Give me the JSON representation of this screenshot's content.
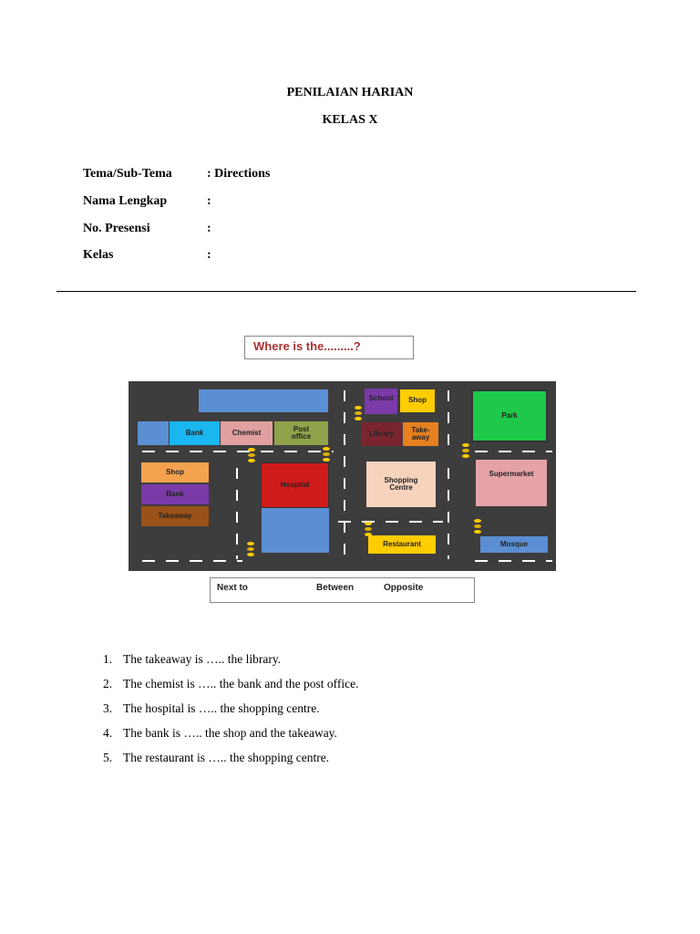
{
  "header": {
    "title": "PENILAIAN HARIAN",
    "subtitle": "KELAS X"
  },
  "fields": [
    {
      "label": "Tema/Sub-Tema",
      "value": ": Directions"
    },
    {
      "label": "Nama Lengkap",
      "value": ":"
    },
    {
      "label": "No. Presensi",
      "value": ":"
    },
    {
      "label": "Kelas",
      "value": ":"
    }
  ],
  "map": {
    "title": "Where is the.........?",
    "places": {
      "school": "School",
      "shop_top": "Shop",
      "park": "Park",
      "bank_top": "Bank",
      "chemist": "Chemist",
      "post_office": "Post office",
      "library": "Library",
      "takeaway_top": "Take-away",
      "shop_left": "Shop",
      "bank_left": "Bank",
      "takeaway_left": "Takeaway",
      "hospital": "Hospital",
      "shopping_centre": "Shopping Centre",
      "supermarket": "Supermarket",
      "restaurant": "Restaurant",
      "mosque": "Mosque"
    },
    "colors": {
      "road": "#3d3d3d",
      "blue": "#5b8fd4",
      "cyan": "#19b6ef",
      "pink": "#e0a0a0",
      "olive": "#8ea34a",
      "maroon": "#7a2530",
      "orange": "#e7801f",
      "shop_orange": "#f5a24f",
      "purple": "#7a3aa8",
      "brown": "#9a5218",
      "red": "#d01b1b",
      "peach": "#f7d3bd",
      "yellow": "#ffcc00",
      "green": "#1ec84a",
      "supermarket_pink": "#e5a3a8"
    }
  },
  "word_box": {
    "next_to": "Next to",
    "between": "Between",
    "opposite": "Opposite"
  },
  "questions": [
    {
      "num": "1.",
      "text": "The takeaway is ….. the library."
    },
    {
      "num": "2.",
      "text": "The chemist is ….. the bank and the post office."
    },
    {
      "num": "3.",
      "text": "The hospital is ….. the shopping centre."
    },
    {
      "num": "4.",
      "text": "The bank is ….. the shop and the takeaway."
    },
    {
      "num": "5.",
      "text": "The restaurant is ….. the shopping centre."
    }
  ]
}
